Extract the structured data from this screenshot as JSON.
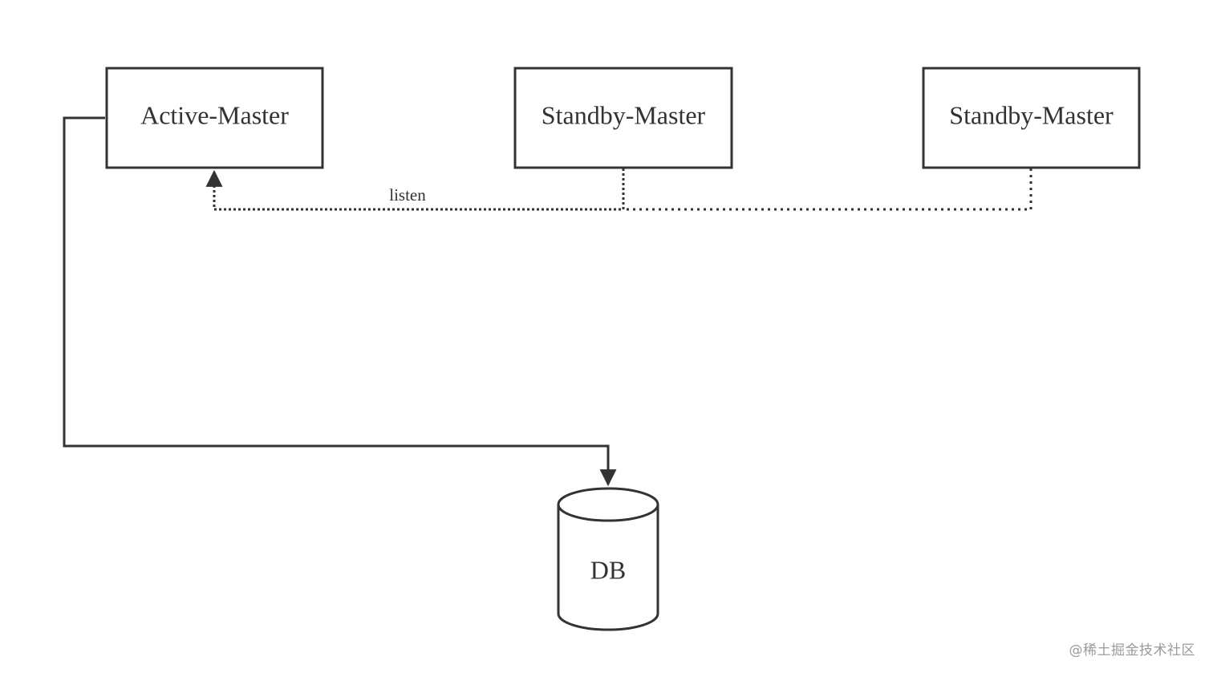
{
  "diagram": {
    "nodes": {
      "active_master": "Active-Master",
      "standby_master_1": "Standby-Master",
      "standby_master_2": "Standby-Master",
      "db": "DB"
    },
    "edges": {
      "listen_label": "listen"
    }
  },
  "colors": {
    "stroke": "#333333",
    "background": "#ffffff",
    "watermark": "#9a9a9a"
  },
  "watermark": "@稀土掘金技术社区"
}
